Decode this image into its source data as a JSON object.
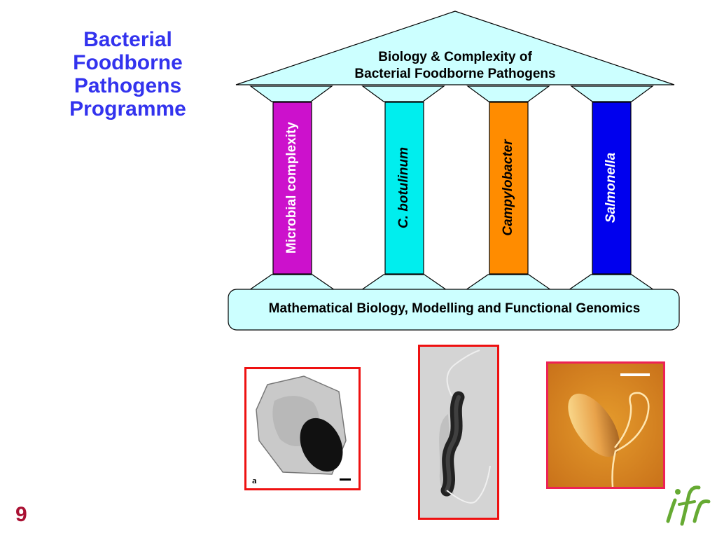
{
  "title": {
    "lines": [
      "Bacterial",
      "Foodborne",
      "Pathogens",
      "Programme"
    ]
  },
  "roof": {
    "line1": "Biology & Complexity of",
    "line2": "Bacterial Foodborne Pathogens"
  },
  "pillars": [
    {
      "label": "Microbial complexity",
      "italic": false,
      "color": "#cc11cc",
      "text_color": "#ffffff"
    },
    {
      "label": "C. botulinum",
      "italic": true,
      "color": "#00eeee",
      "text_color": "#000000"
    },
    {
      "label": "Campylobacter",
      "italic": true,
      "color": "#ff8c00",
      "text_color": "#000000"
    },
    {
      "label": "Salmonella",
      "italic": true,
      "color": "#0000ee",
      "text_color": "#ffffff"
    }
  ],
  "base": {
    "label": "Mathematical Biology, Modelling and Functional Genomics"
  },
  "photos": [
    {
      "name": "c-botulinum-micrograph",
      "corner_label": "a"
    },
    {
      "name": "campylobacter-micrograph"
    },
    {
      "name": "salmonella-micrograph"
    }
  ],
  "logo": {
    "text": "ifr"
  },
  "page_number": "9",
  "colors": {
    "title": "#3333ee",
    "structure_fill": "#ccffff",
    "page_number": "#aa1133",
    "photo_border": "#ee1111",
    "logo": "#66aa33"
  }
}
